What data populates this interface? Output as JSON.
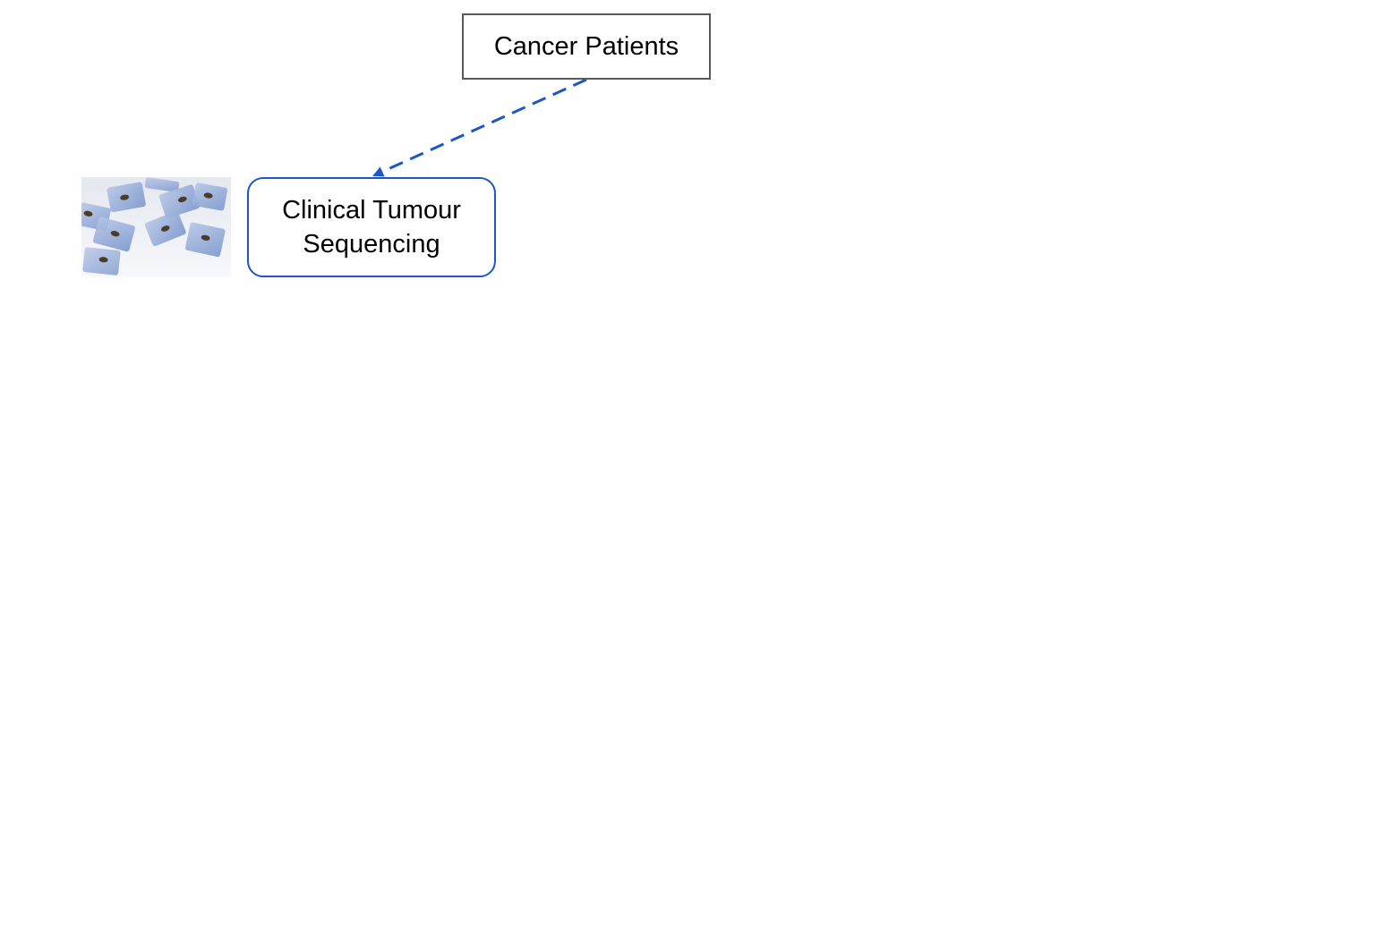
{
  "diagram": {
    "nodes": {
      "patients": {
        "label": "Cancer Patients"
      },
      "sequencing": {
        "label": "Clinical Tumour Sequencing"
      }
    },
    "edges": [
      {
        "from": "patients",
        "to": "sequencing",
        "style": "dashed",
        "color": "#1c57c4"
      }
    ],
    "image": {
      "icon": "tissue-cassettes-photo"
    }
  },
  "colors": {
    "edge": "#1c57c4",
    "patients_border": "#595959",
    "sequencing_border": "#1c57c4",
    "cassette": "#8fa8d8",
    "tissue": "#4a3b2a"
  }
}
